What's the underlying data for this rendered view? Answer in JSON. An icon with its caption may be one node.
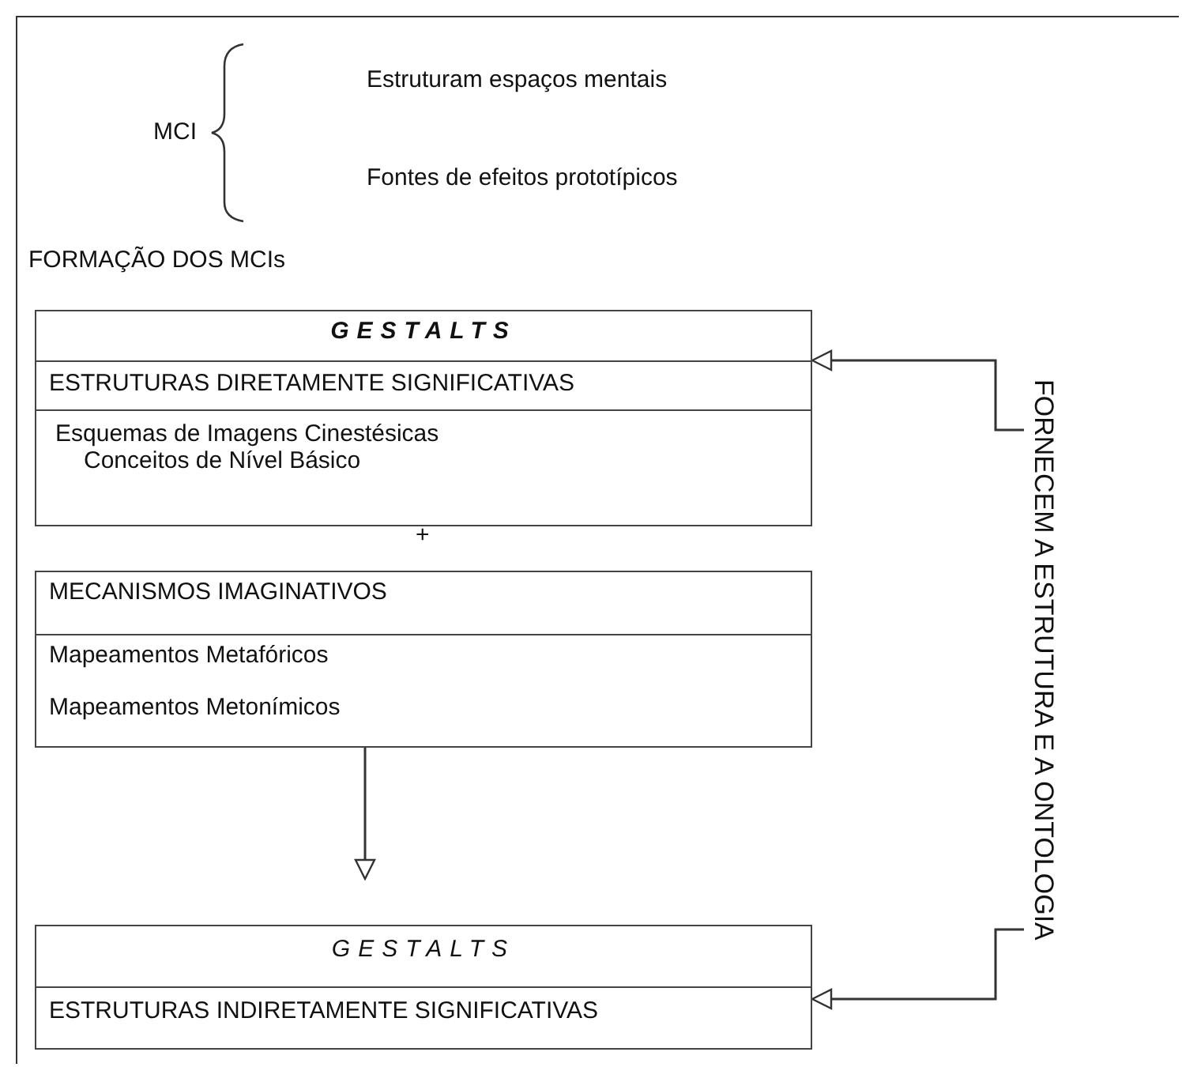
{
  "diagram": {
    "nodes": [
      {
        "text": [
          "GESTALTS",
          "ESTRUTURAS DIRETAMENTE SIGNIFICATIVAS",
          "Esquemas de Imagens Cinestésicas",
          "Conceitos de Nível Básico"
        ]
      },
      {
        "text": [
          "MECANISMOS IMAGINATIVOS",
          "Mapeamentos Metafóricos",
          "Mapeamentos Metonímicos"
        ]
      },
      {
        "text": [
          "GESTALTS",
          "ESTRUTURAS INDIRETAMENTE SIGNIFICATIVAS"
        ]
      },
      {
        "text": [
          "FORNECEM A ESTRUTURA E A ONTOLOGIA"
        ]
      }
    ],
    "edges": [
      {
        "from": 1,
        "to": 2,
        "arrow": "to"
      },
      {
        "from": 3,
        "to": 0,
        "arrow": "to"
      },
      {
        "from": 3,
        "to": 2,
        "arrow": "to"
      }
    ],
    "labels": [
      "MCI",
      "Estruturam espaços mentais",
      "Fontes de efeitos prototípicos",
      "FORMAÇÃO DOS MCIs",
      "+"
    ]
  }
}
